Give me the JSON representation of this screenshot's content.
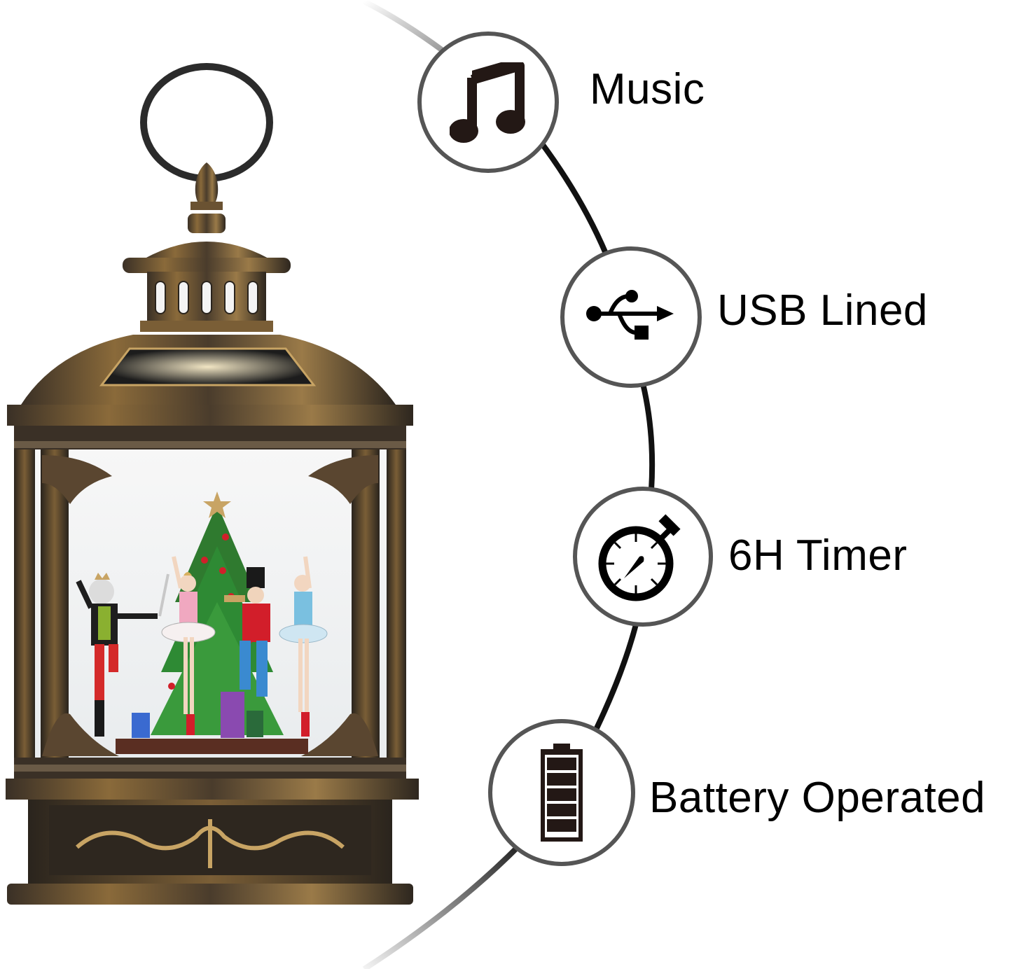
{
  "product": {
    "name": "Nutcracker musical snow globe lantern",
    "finish_colors": {
      "bronze": "#8a6a3a",
      "dark": "#2a241d",
      "gold_highlight": "#c8a464",
      "ring": "#2b2b2b"
    },
    "scene": {
      "figures": [
        "mouse-king",
        "pink-ballerina",
        "nutcracker-soldier",
        "blue-ballerina"
      ],
      "tree": "christmas-tree"
    }
  },
  "connector": {
    "stroke_color": "#111111",
    "fade_color": "#bdbdbd"
  },
  "features": [
    {
      "id": "music",
      "label": "Music",
      "icon": "music-note-icon"
    },
    {
      "id": "usb",
      "label": "USB Lined",
      "icon": "usb-icon"
    },
    {
      "id": "timer",
      "label": "6H Timer",
      "icon": "stopwatch-icon"
    },
    {
      "id": "battery",
      "label": "Battery Operated",
      "icon": "battery-icon"
    }
  ],
  "colors": {
    "background": "#ffffff",
    "badge_border": "#555555",
    "icon": "#231815",
    "text": "#000000"
  }
}
